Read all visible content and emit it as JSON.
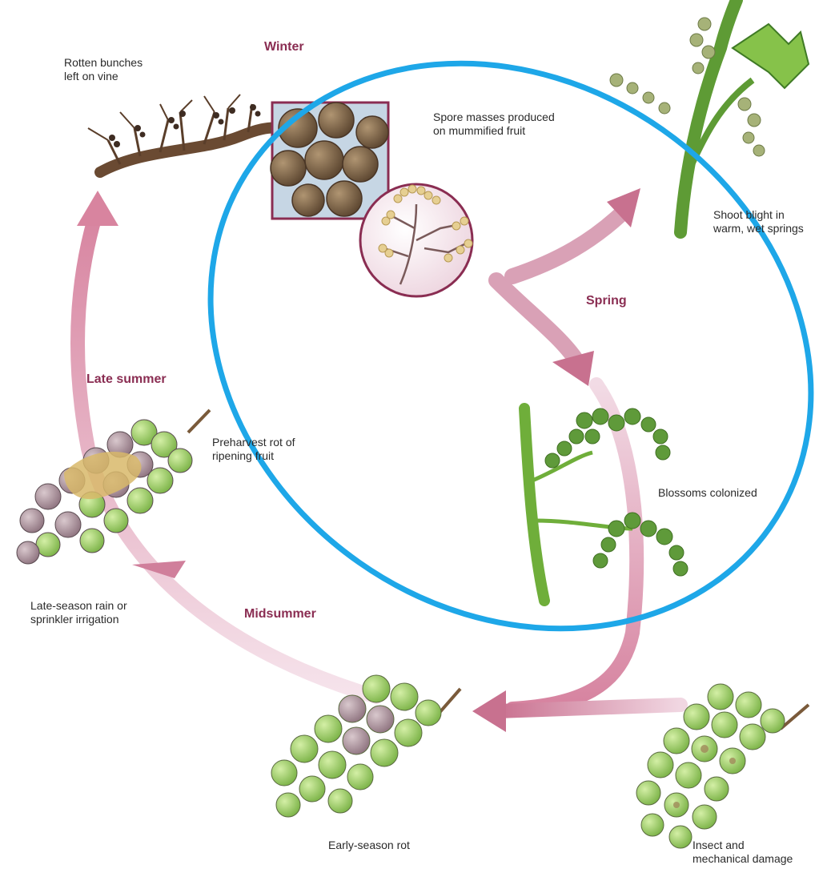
{
  "seasons": {
    "winter": "Winter",
    "spring": "Spring",
    "midsummer": "Midsummer",
    "late_summer": "Late summer"
  },
  "labels": {
    "rotten_bunches": [
      "Rotten bunches",
      "left on vine"
    ],
    "spore_masses": [
      "Spore masses produced",
      "on mummified fruit"
    ],
    "shoot_blight": [
      "Shoot blight in",
      "warm, wet springs"
    ],
    "blossoms": [
      "Blossoms colonized"
    ],
    "preharvest": [
      "Preharvest rot of",
      "ripening fruit"
    ],
    "late_season": [
      "Late-season rain or",
      "sprinkler irrigation"
    ],
    "early_season": [
      "Early-season rot"
    ],
    "insect": [
      "Insect and",
      "mechanical damage"
    ]
  },
  "colors": {
    "arrow": "#c97a9a",
    "arrow_light": "#efd3df",
    "season_text": "#8a2d52",
    "highlight_ellipse": "#1ea7e8",
    "grape_green": "#9ccc62",
    "grape_rot": "#b79aa5",
    "stem": "#6fae3a",
    "mold": "#d8b86a"
  },
  "icons": [
    "vine-branch-icon",
    "mummified-fruit-icon",
    "spore-circle-icon",
    "shoot-icon",
    "blossom-icon",
    "grape-bunch-icon"
  ]
}
